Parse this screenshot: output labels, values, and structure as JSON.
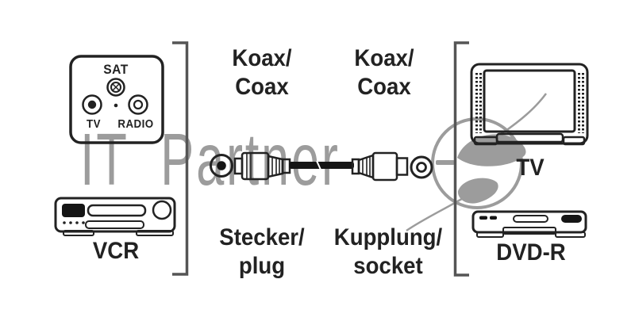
{
  "watermark": {
    "text": "IT Partner",
    "logo": "swoosh-s-logo",
    "color": "#9c9c9c"
  },
  "left_group": {
    "wall_socket": {
      "sat_label": "SAT",
      "tv_label": "TV",
      "radio_label": "RADIO"
    },
    "vcr_label": "VCR"
  },
  "middle": {
    "koax_left": {
      "line1": "Koax/",
      "line2": "Coax"
    },
    "koax_right": {
      "line1": "Koax/",
      "line2": "Coax"
    },
    "plug_label": {
      "line1": "Stecker/",
      "line2": "plug"
    },
    "socket_label": {
      "line1": "Kupplung/",
      "line2": "socket"
    }
  },
  "right_group": {
    "tv_label": "TV",
    "dvd_label": "DVD-R"
  },
  "colors": {
    "line": "#222222",
    "bracket": "#555555",
    "watermark": "#9c9c9c",
    "background": "#ffffff"
  }
}
